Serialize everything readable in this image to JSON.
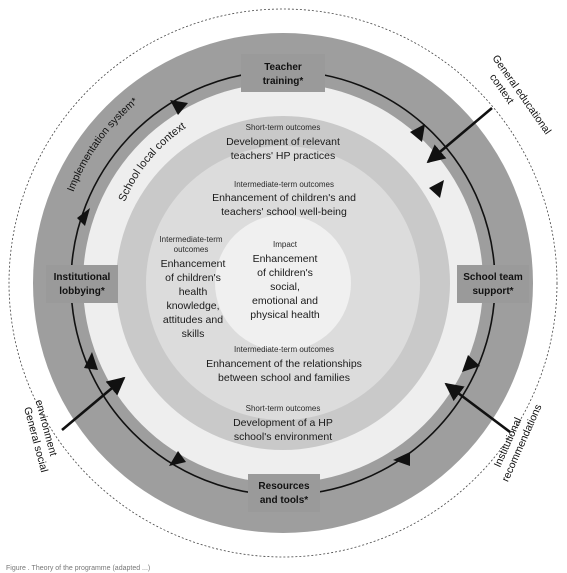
{
  "boxes": {
    "teacher_training": [
      "Teacher",
      "training*"
    ],
    "school_team_support": [
      "School team",
      "support*"
    ],
    "resources_and_tools": [
      "Resources",
      "and tools*"
    ],
    "institutional_lobbying": [
      "Institutional",
      "lobbying*"
    ]
  },
  "ring_labels": {
    "implementation_system": "Implementation system*",
    "school_local_context": "School local context"
  },
  "outer_context": {
    "general_educational": [
      "General educational",
      "context"
    ],
    "general_social": [
      "General social",
      "environment"
    ],
    "institutional_recommendations": [
      "Institutional",
      "recommendations"
    ]
  },
  "outcomes": {
    "short_top": {
      "header": "Short-term outcomes",
      "lines": [
        "Development of relevant",
        "teachers' HP practices"
      ]
    },
    "inter_top": {
      "header": "Intermediate-term outcomes",
      "lines": [
        "Enhancement of children's and",
        "teachers' school well-being"
      ]
    },
    "inter_left": {
      "header": [
        "Intermediate-term",
        "outcomes"
      ],
      "lines": [
        "Enhancement",
        "of children's",
        "health",
        "knowledge,",
        "attitudes and",
        "skills"
      ]
    },
    "impact": {
      "header": "Impact",
      "lines": [
        "Enhancement",
        "of children's",
        "social,",
        "emotional and",
        "physical health"
      ]
    },
    "inter_bottom": {
      "header": "Intermediate-term outcomes",
      "lines": [
        "Enhancement of the relationships",
        "between school and families"
      ]
    },
    "short_bottom": {
      "header": "Short-term outcomes",
      "lines": [
        "Development of a HP",
        "school's environment"
      ]
    }
  },
  "caption": "Figure . Theory of the programme (adapted ...)",
  "colors": {
    "outer_ring": "#9e9e9e",
    "light_band": "#eeeeee",
    "short_ring": "#c9c9c9",
    "inter_ring": "#dcdcdc",
    "impact_core": "#f0f0f0",
    "box": "#9a9a9a"
  }
}
